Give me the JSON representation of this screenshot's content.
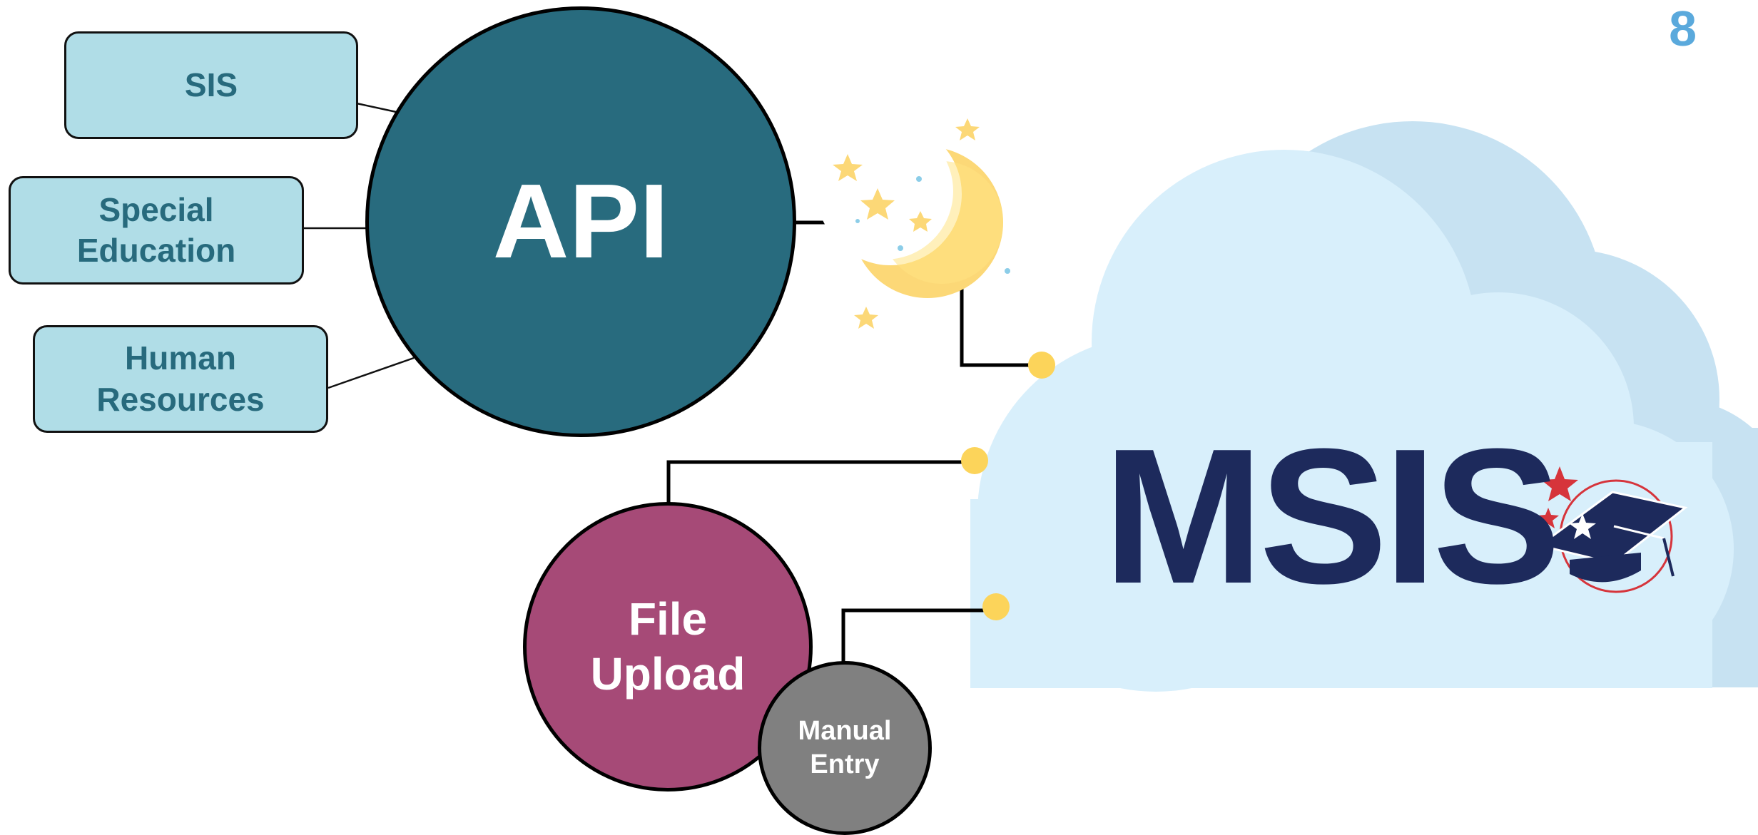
{
  "page_number": "8",
  "sources": {
    "sis": "SIS",
    "special_education": "Special\nEducation",
    "human_resources": "Human\nResources"
  },
  "api_label": "API",
  "file_upload_label": "File\nUpload",
  "manual_entry_label": "Manual\nEntry",
  "destination_label": "MSIS",
  "colors": {
    "api": "#286b7e",
    "file_upload": "#a64a77",
    "manual_entry": "#808080",
    "source_box": "#b0dde7",
    "cloud_front": "#d8effb",
    "cloud_back": "#c7e2f2",
    "connector_dot": "#fcd45a",
    "msis_text": "#1d2a5c"
  }
}
